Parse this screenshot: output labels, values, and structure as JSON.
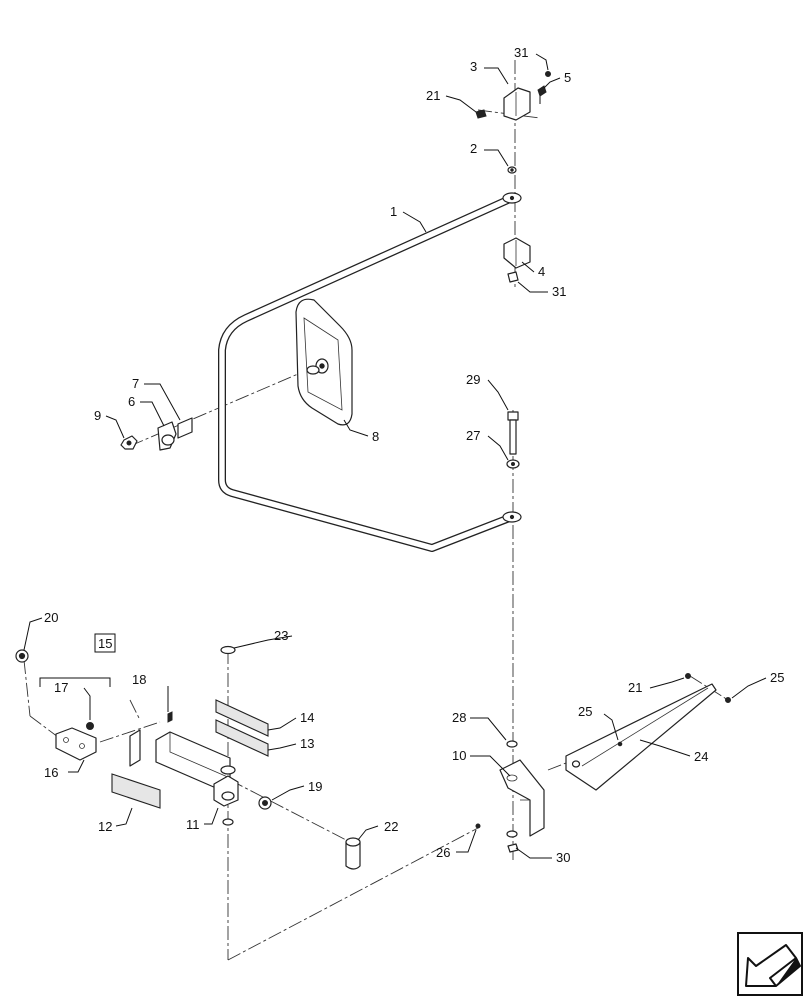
{
  "diagram": {
    "callouts": [
      {
        "id": "c1",
        "label": "1"
      },
      {
        "id": "c2",
        "label": "2"
      },
      {
        "id": "c3",
        "label": "3"
      },
      {
        "id": "c4",
        "label": "4"
      },
      {
        "id": "c5",
        "label": "5"
      },
      {
        "id": "c6",
        "label": "6"
      },
      {
        "id": "c7",
        "label": "7"
      },
      {
        "id": "c8",
        "label": "8"
      },
      {
        "id": "c9",
        "label": "9"
      },
      {
        "id": "c10",
        "label": "10"
      },
      {
        "id": "c11",
        "label": "11"
      },
      {
        "id": "c12",
        "label": "12"
      },
      {
        "id": "c13",
        "label": "13"
      },
      {
        "id": "c14",
        "label": "14"
      },
      {
        "id": "c15",
        "label": "15"
      },
      {
        "id": "c16",
        "label": "16"
      },
      {
        "id": "c17",
        "label": "17"
      },
      {
        "id": "c18",
        "label": "18"
      },
      {
        "id": "c19",
        "label": "19"
      },
      {
        "id": "c20",
        "label": "20"
      },
      {
        "id": "c21a",
        "label": "21"
      },
      {
        "id": "c21b",
        "label": "21"
      },
      {
        "id": "c22",
        "label": "22"
      },
      {
        "id": "c23",
        "label": "23"
      },
      {
        "id": "c24",
        "label": "24"
      },
      {
        "id": "c25a",
        "label": "25"
      },
      {
        "id": "c25b",
        "label": "25"
      },
      {
        "id": "c26",
        "label": "26"
      },
      {
        "id": "c27",
        "label": "27"
      },
      {
        "id": "c28",
        "label": "28"
      },
      {
        "id": "c29",
        "label": "29"
      },
      {
        "id": "c30",
        "label": "30"
      },
      {
        "id": "c31a",
        "label": "31"
      },
      {
        "id": "c31b",
        "label": "31"
      }
    ],
    "nav_icon": "arrow-down-left-icon"
  }
}
